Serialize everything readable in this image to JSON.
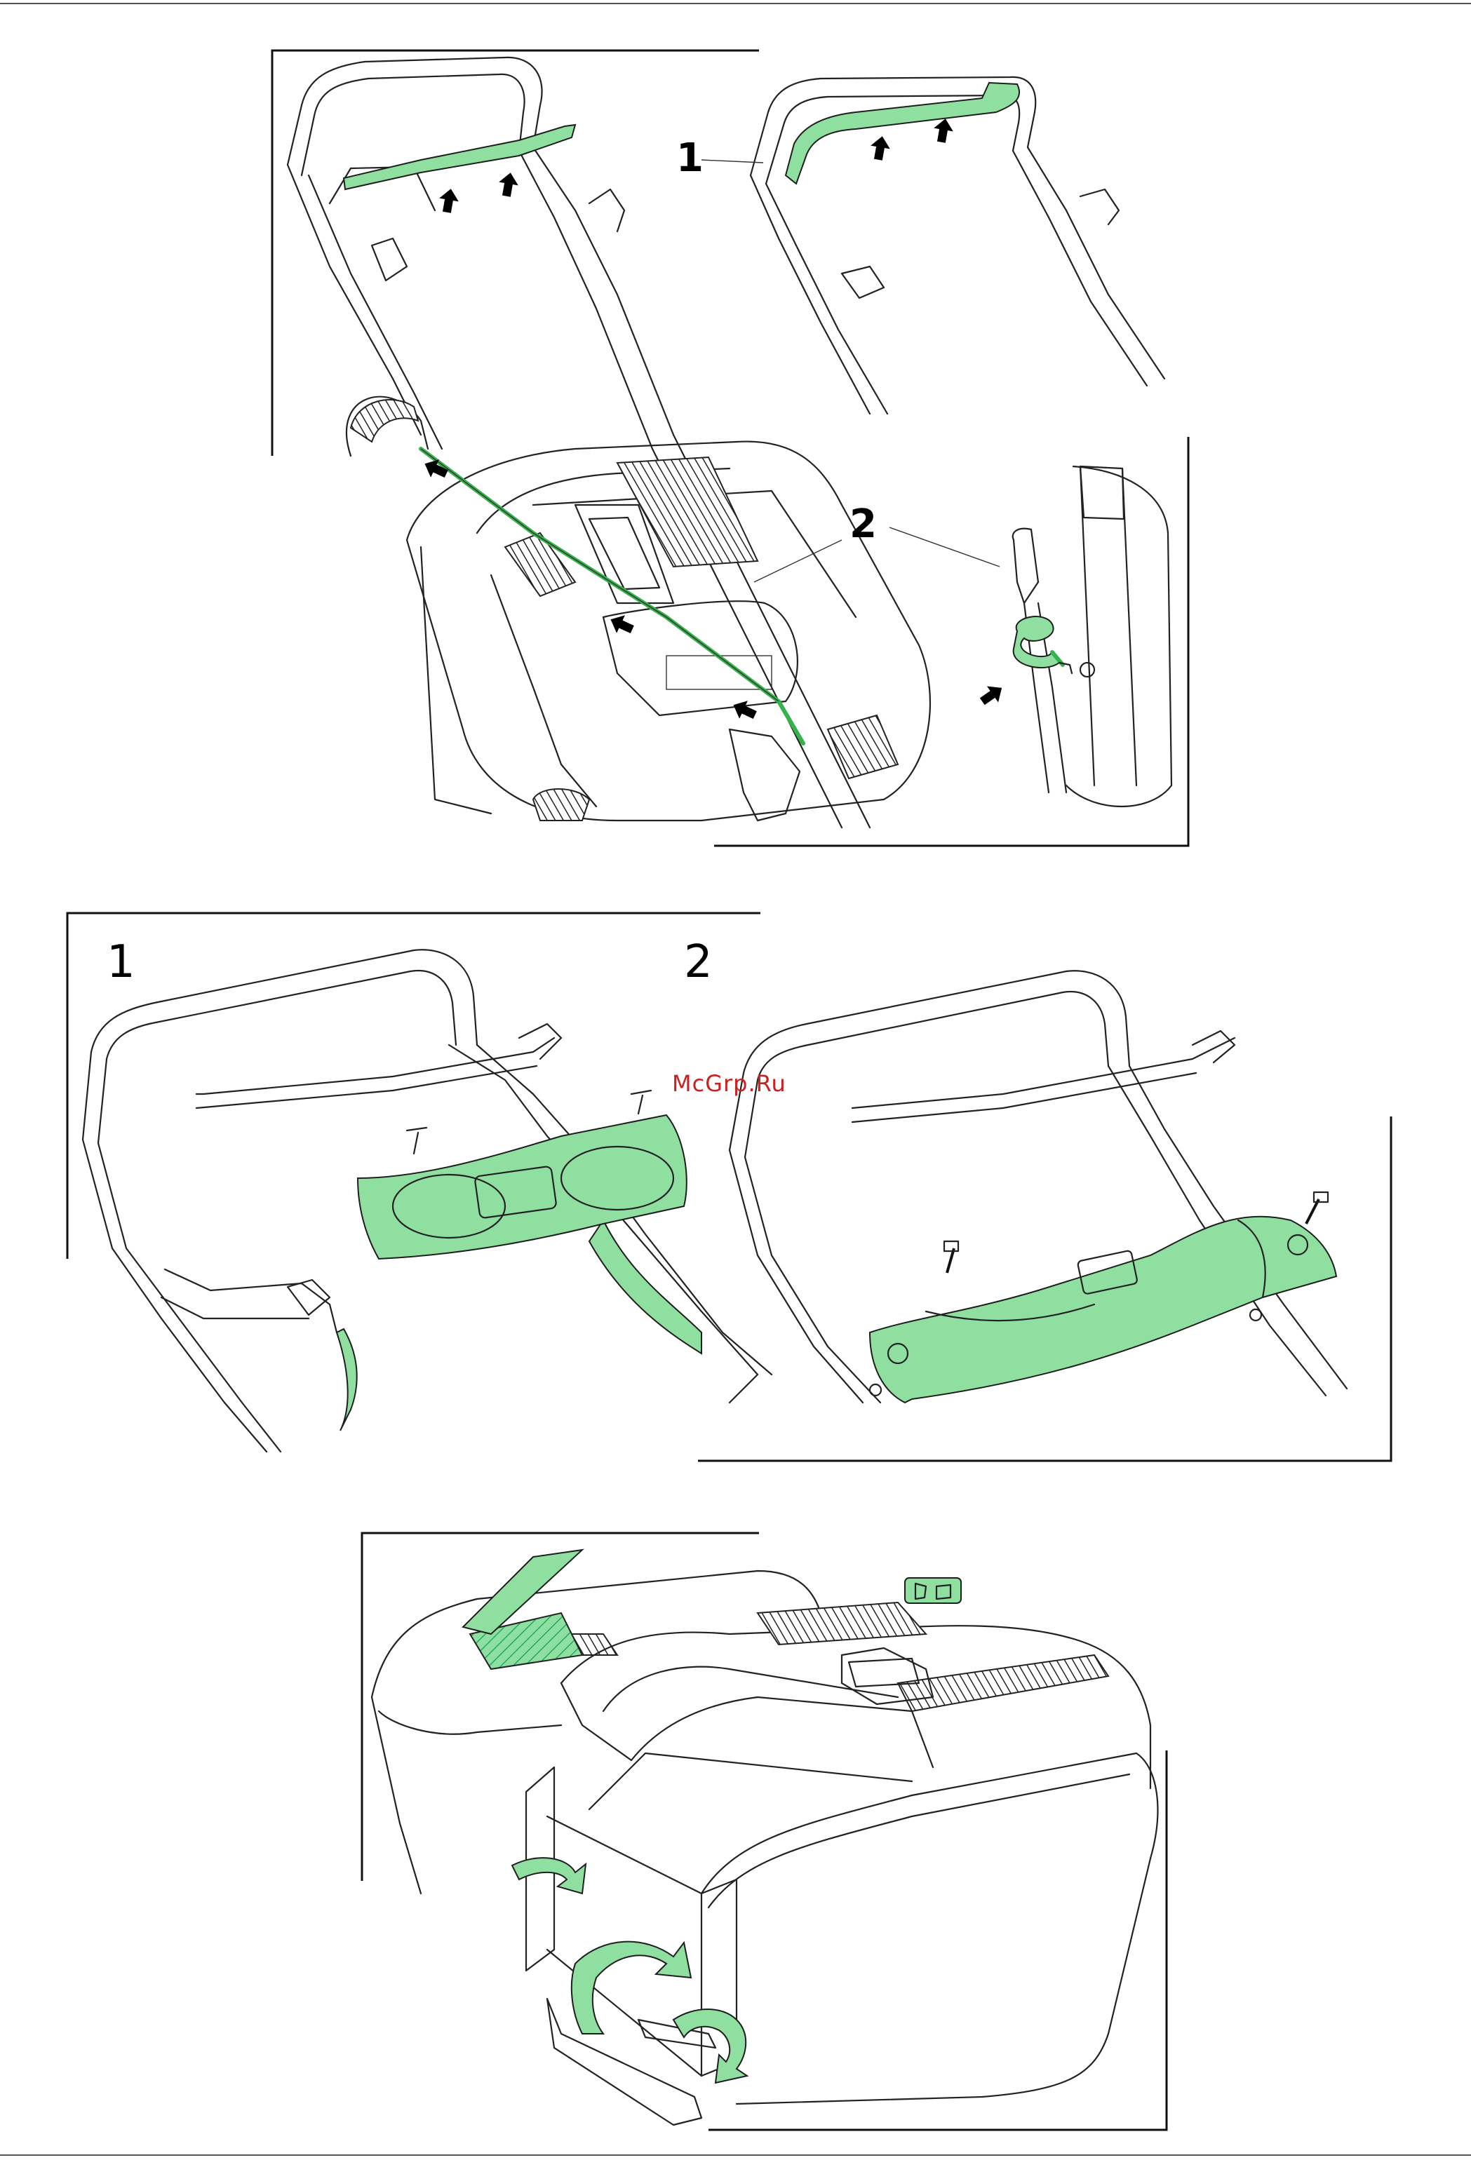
{
  "callouts": {
    "handle_upper": "1",
    "cable_clip": "2",
    "panel_step1": "1",
    "panel_step2": "2"
  },
  "watermark": "McGrp.Ru",
  "colors": {
    "highlight_green": "#8fe0a0",
    "cable_green": "#35b24b",
    "line": "#222222",
    "watermark_red": "#cc2020"
  },
  "icons": {
    "push_arrow": "arrow-icon",
    "rotate_arrow": "rotate-arrow-icon"
  }
}
